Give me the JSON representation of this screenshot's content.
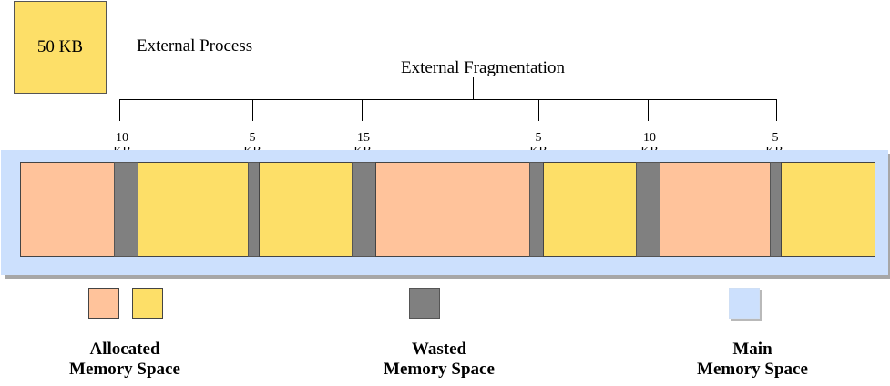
{
  "process": {
    "size": "50 KB",
    "label": "External Process"
  },
  "fragmentation": {
    "title": "External Fragmentation"
  },
  "gaps": [
    {
      "num": "10",
      "unit": "KB"
    },
    {
      "num": "5",
      "unit": "KB"
    },
    {
      "num": "15",
      "unit": "KB"
    },
    {
      "num": "5",
      "unit": "KB"
    },
    {
      "num": "10",
      "unit": "KB"
    },
    {
      "num": "5",
      "unit": "KB"
    }
  ],
  "legend": {
    "allocated": {
      "line1": "Allocated",
      "line2": "Memory Space"
    },
    "wasted": {
      "line1": "Wasted",
      "line2": "Memory Space"
    },
    "main": {
      "line1": "Main",
      "line2": "Memory Space"
    }
  },
  "colors": {
    "allocated_a": "#ffc39b",
    "allocated_b": "#fddf68",
    "wasted": "#808080",
    "main_memory": "#cce0fd"
  }
}
